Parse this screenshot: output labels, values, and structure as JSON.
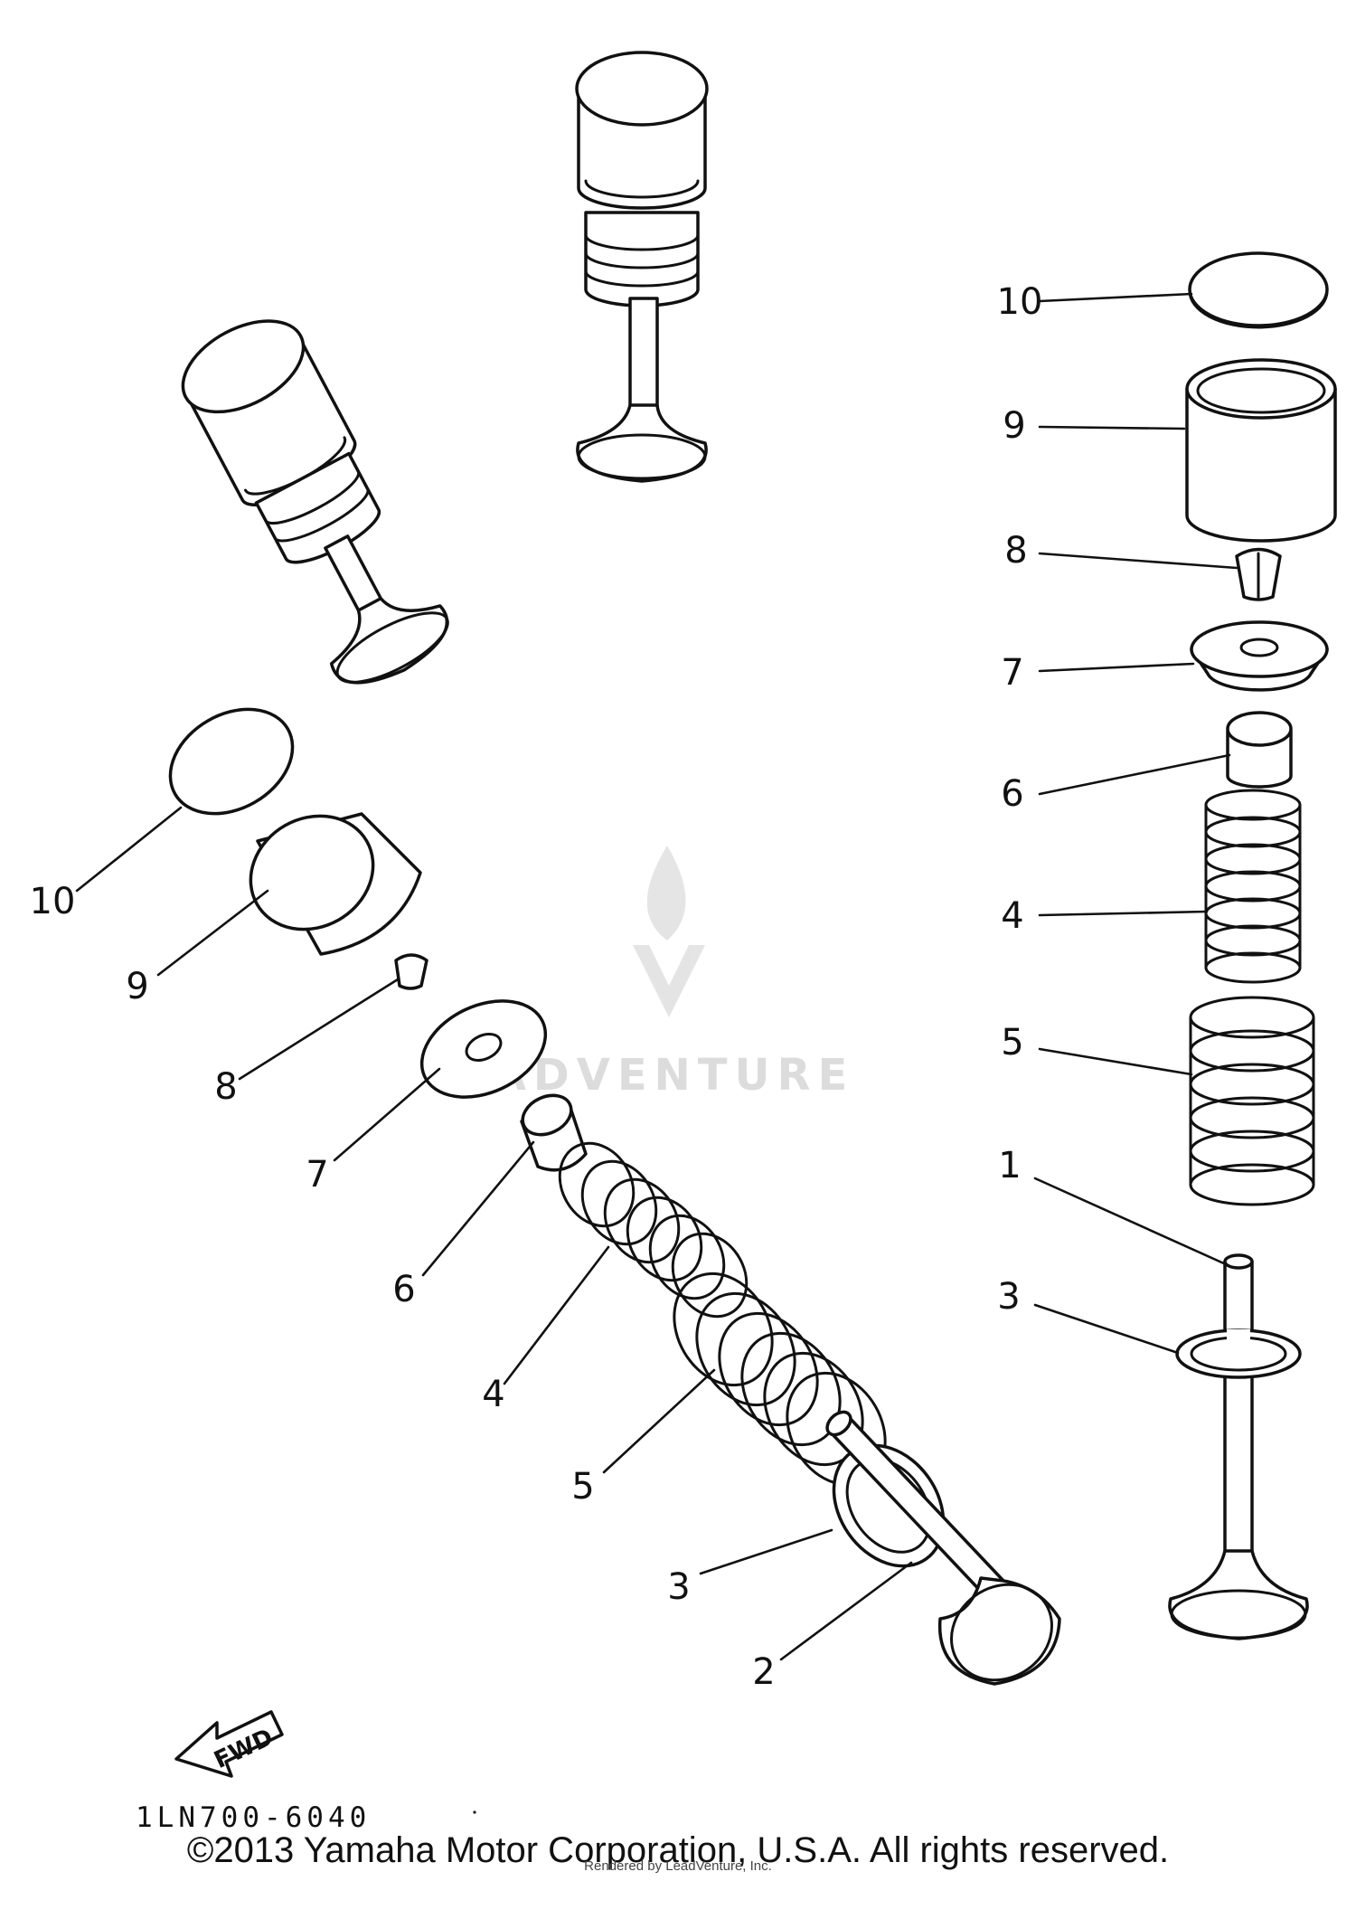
{
  "diagram": {
    "watermark": "ADVENTURE",
    "drawing_code": "1LN700-6040",
    "fwd_label": "FWD",
    "callouts": {
      "r10": "10",
      "r9": "9",
      "r8": "8",
      "r7": "7",
      "r6": "6",
      "r4": "4",
      "r5": "5",
      "r1": "1",
      "r3": "3",
      "l10": "10",
      "l9": "9",
      "l8": "8",
      "l7": "7",
      "l6": "6",
      "l4": "4",
      "l5": "5",
      "l3": "3",
      "l2": "2"
    }
  },
  "footer": {
    "copyright": "©2013 Yamaha Motor Corporation, U.S.A. All rights reserved.",
    "rendered_by": "Rendered by LeadVenture, Inc."
  }
}
